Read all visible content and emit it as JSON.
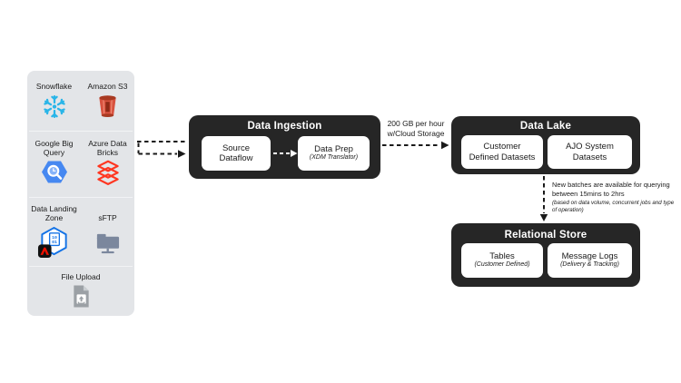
{
  "colors": {
    "panel-bg": "#e3e5e8",
    "box-dark": "#262626",
    "text-dark": "#1a1a1a",
    "snowflake-blue": "#29b5e8",
    "s3-red": "#d8523f",
    "s3-red-dark": "#a83a22",
    "bigquery-blue": "#4688f1",
    "bigquery-light": "#87b3f8",
    "databricks-red": "#ff3621",
    "dlz-blue": "#1473e6",
    "adobe-red": "#eb1000",
    "sftp-gray": "#7b879d",
    "upload-gray": "#9ba0a5"
  },
  "sources_panel": {
    "items": [
      {
        "label": "Snowflake",
        "icon": "snowflake-icon"
      },
      {
        "label": "Amazon S3",
        "icon": "amazon-s3-icon"
      },
      {
        "label": "Google Big Query",
        "icon": "google-bigquery-icon"
      },
      {
        "label": "Azure Data Bricks",
        "icon": "azure-databricks-icon"
      },
      {
        "label": "Data Landing Zone",
        "icon": "data-landing-zone-icon"
      },
      {
        "label": "sFTP",
        "icon": "sftp-icon"
      },
      {
        "label": "File Upload",
        "icon": "file-upload-icon"
      }
    ],
    "dlz_binary_line1": "10",
    "dlz_binary_line2": "01"
  },
  "ingestion": {
    "title": "Data Ingestion",
    "nodes": [
      {
        "line1": "Source",
        "line2": "Dataflow"
      },
      {
        "line1": "Data Prep",
        "sub": "(XDM Translator)"
      }
    ]
  },
  "ingestion_to_lake": {
    "line1": "200 GB per hour",
    "line2": "w/Cloud Storage"
  },
  "data_lake": {
    "title": "Data Lake",
    "nodes": [
      {
        "line1": "Customer",
        "line2": "Defined Datasets"
      },
      {
        "line1": "AJO System",
        "line2": "Datasets"
      }
    ]
  },
  "lake_note": {
    "main": "New batches are available for querying between 15mins to 2hrs",
    "sub": "(based on data volume, concurrent jobs and type of operation)"
  },
  "relational_store": {
    "title": "Relational Store",
    "nodes": [
      {
        "line1": "Tables",
        "sub": "(Customer Defined)"
      },
      {
        "line1": "Message Logs",
        "sub": "(Delivery & Tracking)"
      }
    ]
  }
}
